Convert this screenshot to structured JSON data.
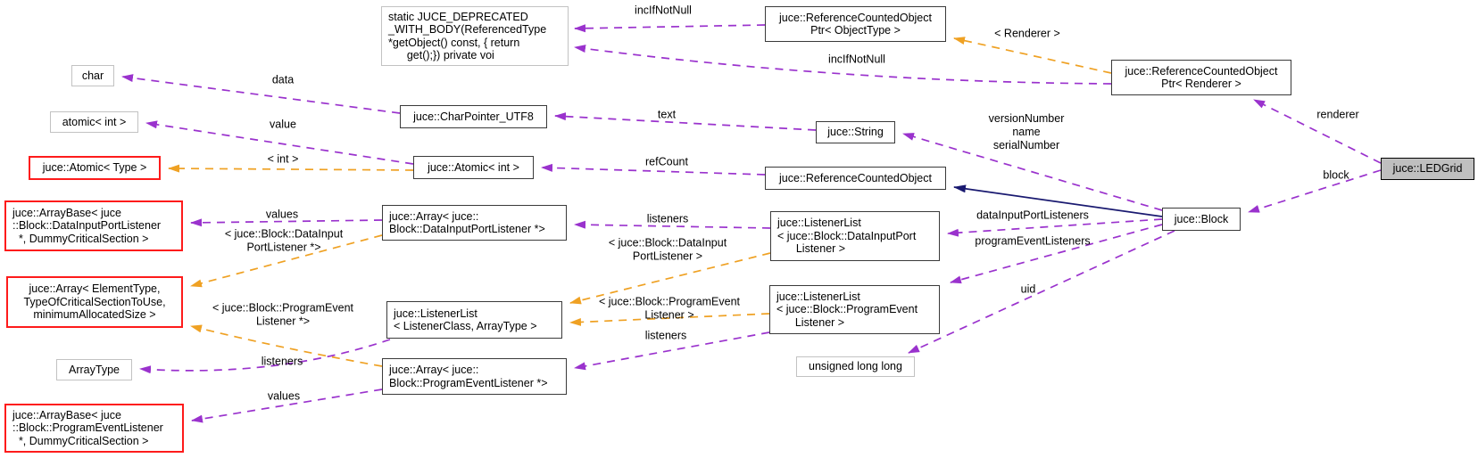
{
  "diagram": {
    "title": "juce::LEDGrid collaboration graph",
    "colors": {
      "usage_edge": "#9a32cd",
      "template_edge": "#efa123",
      "inheritance_edge": "#191970",
      "truncated_border": "#fe1b1b",
      "plain_border": "#c2c2c2",
      "node_border": "#3a3a3a",
      "focus_fill": "#bfbfbf",
      "text": "#000000",
      "background": "#ffffff"
    },
    "nodes": {
      "deprecated": {
        "label": "static JUCE_DEPRECATED\n_WITH_BODY(ReferencedType\n*getObject() const, { return\n      get();}) private voi"
      },
      "rcop_objecttype": {
        "label": "juce::ReferenceCountedObject\nPtr< ObjectType >"
      },
      "rcop_renderer": {
        "label": "juce::ReferenceCountedObject\nPtr< Renderer >"
      },
      "char": {
        "label": "char"
      },
      "atomic_int_std": {
        "label": "atomic< int >"
      },
      "charpointer_utf8": {
        "label": "juce::CharPointer_UTF8"
      },
      "string": {
        "label": "juce::String"
      },
      "atomic_type": {
        "label": "juce::Atomic< Type >"
      },
      "atomic_int": {
        "label": "juce::Atomic< int >"
      },
      "reference_counted_object": {
        "label": "juce::ReferenceCountedObject"
      },
      "block": {
        "label": "juce::Block"
      },
      "ledgrid": {
        "label": "juce::LEDGrid"
      },
      "arraybase_datainput": {
        "label": "juce::ArrayBase< juce\n::Block::DataInputPortListener\n  *, DummyCriticalSection >"
      },
      "array_datainput": {
        "label": "juce::Array< juce::\nBlock::DataInputPortListener *>"
      },
      "listenerlist_datainput": {
        "label": "juce::ListenerList\n< juce::Block::DataInputPort\n      Listener >"
      },
      "array_generic": {
        "label": "juce::Array< ElementType,\nTypeOfCriticalSectionToUse,\nminimumAllocatedSize >"
      },
      "listenerlist_generic": {
        "label": "juce::ListenerList\n< ListenerClass, ArrayType >"
      },
      "listenerlist_programevent": {
        "label": "juce::ListenerList\n< juce::Block::ProgramEvent\n      Listener >"
      },
      "arraytype": {
        "label": "ArrayType"
      },
      "unsigned_long_long": {
        "label": "unsigned long long"
      },
      "array_programevent": {
        "label": "juce::Array< juce::\nBlock::ProgramEventListener *>"
      },
      "arraybase_programevent": {
        "label": "juce::ArrayBase< juce\n::Block::ProgramEventListener\n  *, DummyCriticalSection >"
      }
    },
    "edge_labels": {
      "incifnotnull_top": {
        "text": "incIfNotNull"
      },
      "incifnotnull_mid": {
        "text": "incIfNotNull"
      },
      "tpl_renderer": {
        "text": "< Renderer >"
      },
      "renderer": {
        "text": "renderer"
      },
      "block": {
        "text": "block"
      },
      "data": {
        "text": "data"
      },
      "value": {
        "text": "value"
      },
      "tpl_int": {
        "text": "< int >"
      },
      "text": {
        "text": "text"
      },
      "refcount": {
        "text": "refCount"
      },
      "string_members": {
        "text": "versionNumber\nname\nserialNumber"
      },
      "values_datainput": {
        "text": "values"
      },
      "tpl_array_datainput": {
        "text": "< juce::Block::DataInput\nPortListener *>"
      },
      "listeners_datainput": {
        "text": "listeners"
      },
      "tpl_listenerlist_datainput": {
        "text": "< juce::Block::DataInput\nPortListener >"
      },
      "datainputportlisteners": {
        "text": "dataInputPortListeners"
      },
      "programeventlisteners": {
        "text": "programEventListeners"
      },
      "uid": {
        "text": "uid"
      },
      "tpl_array_programevent": {
        "text": "< juce::Block::ProgramEvent\nListener *>"
      },
      "tpl_listenerlist_programevent": {
        "text": "< juce::Block::ProgramEvent\nListener >"
      },
      "listeners_programevent": {
        "text": "listeners"
      },
      "listeners_arraytype": {
        "text": "listeners"
      },
      "values_programevent": {
        "text": "values"
      }
    }
  }
}
